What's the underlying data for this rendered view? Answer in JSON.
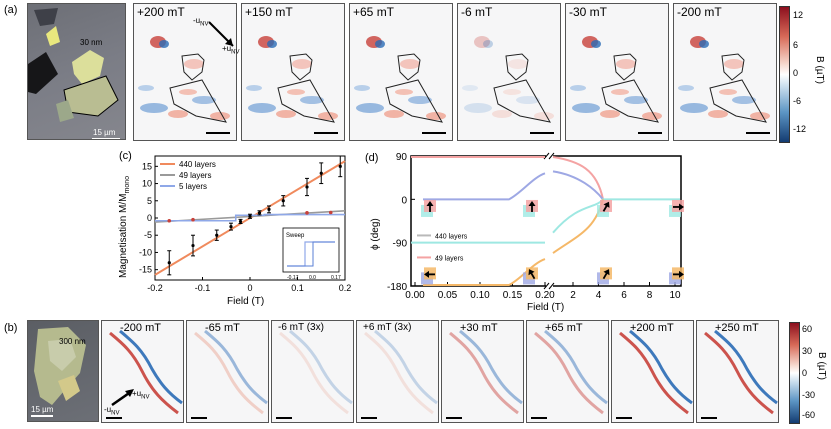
{
  "panel_a": {
    "letter": "(a)",
    "photo": {
      "thickness_label": "30 nm",
      "scale_label": "15 µm"
    },
    "fields": [
      "+200 mT",
      "+150 mT",
      "+65 mT",
      "-6 mT",
      "-30 mT",
      "-200 mT"
    ],
    "arrow_labels": [
      "-u",
      "NV",
      "+u",
      "NV"
    ],
    "colorbar": {
      "label": "B (µT)",
      "ticks": [
        "12",
        "6",
        "0",
        "-6",
        "-12"
      ]
    }
  },
  "panel_b": {
    "letter": "(b)",
    "photo": {
      "thickness_label": "300 nm",
      "scale_label": "15 µm"
    },
    "fields": [
      "-200 mT",
      "-65 mT",
      "-6 mT (3x)",
      "+6 mT (3x)",
      "+30 mT",
      "+65 mT",
      "+200 mT",
      "+250 mT"
    ],
    "arrow_labels": [
      "+u",
      "NV",
      "-u",
      "NV"
    ],
    "colorbar": {
      "label": "B (µT)",
      "ticks": [
        "60",
        "30",
        "0",
        "-30",
        "-60"
      ]
    }
  },
  "panel_c": {
    "letter": "(c)",
    "ylabel": "Magnetisation M/M",
    "ylabel_sub": "mono",
    "xlabel": "Field (T)",
    "inset_label": "Sweep",
    "inset_ticks": [
      "-0.17",
      "0.0",
      "0.17"
    ],
    "chart_data": {
      "type": "line",
      "xlabel": "Field (T)",
      "ylabel": "Magnetisation M/M_mono",
      "xlim": [
        -0.2,
        0.2
      ],
      "ylim": [
        -18,
        18
      ],
      "xticks": [
        "-0.2",
        "-0.1",
        "0",
        "0.1",
        "0.2"
      ],
      "yticks": [
        "-15",
        "-10",
        "-5",
        "0",
        "5",
        "10",
        "15"
      ],
      "legend": "top-left",
      "series": [
        {
          "name": "440 layers",
          "color": "#f08a5d",
          "x": [
            -0.2,
            0.2
          ],
          "y": [
            -16.5,
            16.5
          ]
        },
        {
          "name": "49 layers",
          "color": "#9a9a9a",
          "x": [
            -0.2,
            0.2
          ],
          "y": [
            -1.2,
            2.1
          ]
        },
        {
          "name": "5 layers",
          "color": "#8fa8e8",
          "x": [
            -0.2,
            -0.03,
            -0.03,
            0.03,
            0.03,
            0.2
          ],
          "y": [
            -0.8,
            -0.8,
            0.8,
            0.8,
            1.0,
            1.0
          ]
        }
      ],
      "points": {
        "x": [
          -0.17,
          -0.12,
          -0.07,
          -0.04,
          -0.02,
          0.0,
          0.02,
          0.04,
          0.07,
          0.12,
          0.15,
          0.19
        ],
        "y": [
          -13.0,
          -8.0,
          -5.0,
          -2.5,
          -1.0,
          0.5,
          1.5,
          2.5,
          5.0,
          9.0,
          13.0,
          15.0
        ],
        "err": [
          3.5,
          3.0,
          1.5,
          1.0,
          0.6,
          0.6,
          0.6,
          1.0,
          1.5,
          2.5,
          3.0,
          3.0
        ]
      },
      "red_points": {
        "x": [
          -0.17,
          -0.12,
          0.12,
          0.17
        ],
        "y": [
          -0.8,
          -0.5,
          1.5,
          1.6
        ]
      }
    }
  },
  "panel_d": {
    "letter": "(d)",
    "ylabel": "ϕ (deg)",
    "xlabel": "Field (T)",
    "legend": [
      "440 layers",
      "49 layers"
    ],
    "chart_data": {
      "type": "line",
      "xlabel": "Field (T)",
      "ylabel": "ϕ (deg)",
      "ylim": [
        -180,
        90
      ],
      "yticks": [
        "90",
        "0",
        "-90",
        "-180"
      ],
      "xticks_left": [
        "0.00",
        "0.05",
        "0.10",
        "0.15",
        "0.20"
      ],
      "xticks_right": [
        "2",
        "4",
        "6",
        "8",
        "10"
      ],
      "series": [
        {
          "name": "440 layers",
          "color": "#a0e6e0"
        },
        {
          "name": "49 layers",
          "color": "#f2a6a6"
        }
      ]
    }
  },
  "colors": {
    "red": "#c8413a",
    "blue": "#2a6bb5",
    "orange": "#f08a5d",
    "salmon": "#f4a3a3",
    "cyan": "#9ee8e2",
    "lavender": "#9ea8e4",
    "gold": "#f5b868"
  }
}
